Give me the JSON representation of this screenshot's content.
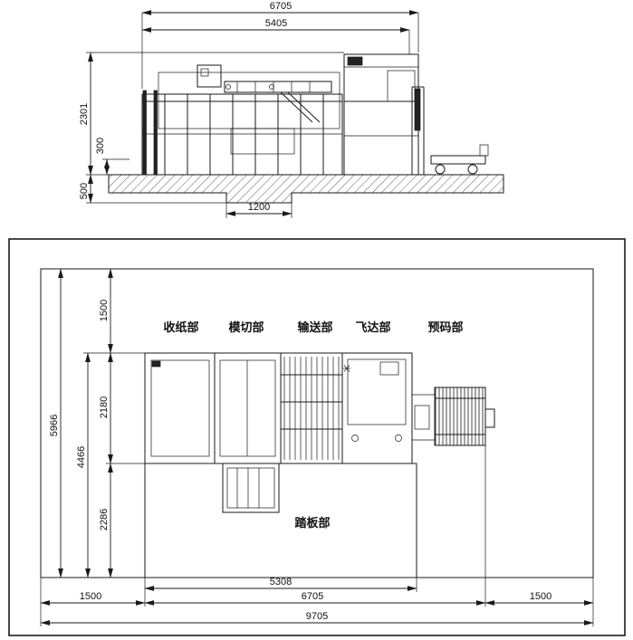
{
  "colors": {
    "line": "#1a1a1a",
    "background": "#ffffff"
  },
  "side_view": {
    "dim_overall_length": "6705",
    "dim_frame_length": "5405",
    "dim_height": "2301",
    "dim_conveyor_height": "300",
    "dim_pit_depth": "500",
    "dim_pit_width": "1200"
  },
  "plan_view": {
    "section_labels": {
      "delivery": "收纸部",
      "diecut": "模切部",
      "conveyor": "输送部",
      "feeder": "飞达部",
      "prestack": "预码部",
      "platform": "踏板部"
    },
    "dim_top_margin": "1500",
    "dim_machine_depth": "2180",
    "dim_total_depth": "4466",
    "dim_platform_depth": "2286",
    "dim_room_depth": "5966",
    "dim_platform_width": "5308",
    "dim_machine_length": "6705",
    "dim_left_margin": "1500",
    "dim_right_margin": "1500",
    "dim_room_width": "9705"
  }
}
